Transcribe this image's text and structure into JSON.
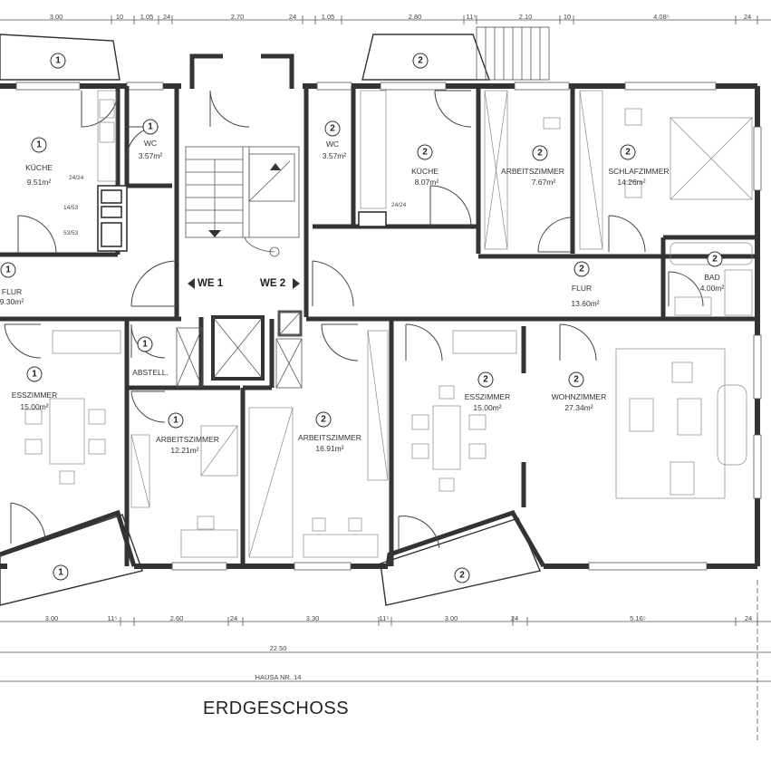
{
  "drawing_title": "ERDGESCHOSS",
  "house": "HAUSA NR. 14",
  "total_width": "22.50",
  "staircase": {
    "left_unit": "WE 1",
    "right_unit": "WE 2"
  },
  "rooms": {
    "kueche1": {
      "unit": "1",
      "name": "KÜCHE",
      "area": "9.51m²"
    },
    "wc1": {
      "unit": "1",
      "name": "WC",
      "area": "3.57m²"
    },
    "flur1": {
      "unit": "1",
      "name": "FLUR",
      "area": "9.30m²"
    },
    "esszimmer1": {
      "unit": "1",
      "name": "ESSZIMMER",
      "area": "15.00m²"
    },
    "abstell1": {
      "unit": "1",
      "name": "ABSTELL."
    },
    "arbeitszimmer1": {
      "unit": "1",
      "name": "ARBEITSZIMMER",
      "area": "12.21m²"
    },
    "wc2": {
      "unit": "2",
      "name": "WC",
      "area": "3.57m²"
    },
    "kueche2": {
      "unit": "2",
      "name": "KÜCHE",
      "area": "8.07m²"
    },
    "arbeitszimmer2a": {
      "unit": "2",
      "name": "ARBEITSZIMMER",
      "area": "7.67m²"
    },
    "schlafzimmer2": {
      "unit": "2",
      "name": "SCHLAFZIMMER",
      "area": "14.26m²"
    },
    "flur2": {
      "unit": "2",
      "name": "FLUR",
      "area": "13.60m²"
    },
    "bad2": {
      "unit": "2",
      "name": "BAD",
      "area": "4.00m²"
    },
    "arbeitszimmer2b": {
      "unit": "2",
      "name": "ARBEITSZIMMER",
      "area": "16.91m²"
    },
    "esszimmer2": {
      "unit": "2",
      "name": "ESSZIMMER",
      "area": "15.00m²"
    },
    "wohnzimmer2": {
      "unit": "2",
      "name": "WOHNZIMMER",
      "area": "27.34m²"
    }
  },
  "balconies": {
    "top_left": "1",
    "top_right": "2",
    "bottom_left": "1",
    "bottom_right": "2"
  },
  "chimney_labels": [
    "24/24",
    "14/53",
    "53/53",
    "24/24"
  ],
  "dims_top": [
    "3.00",
    "10",
    "1.05",
    "24",
    "2.70",
    "24",
    "1.05",
    "2.80",
    "11⁵",
    "2.10",
    "10",
    "4.08⁵",
    "24"
  ],
  "dims_bottom": [
    "3.00",
    "11⁵",
    "2.60",
    "24",
    "3.30",
    "11⁵",
    "3.00",
    "24",
    "5.16⁵",
    "24"
  ]
}
